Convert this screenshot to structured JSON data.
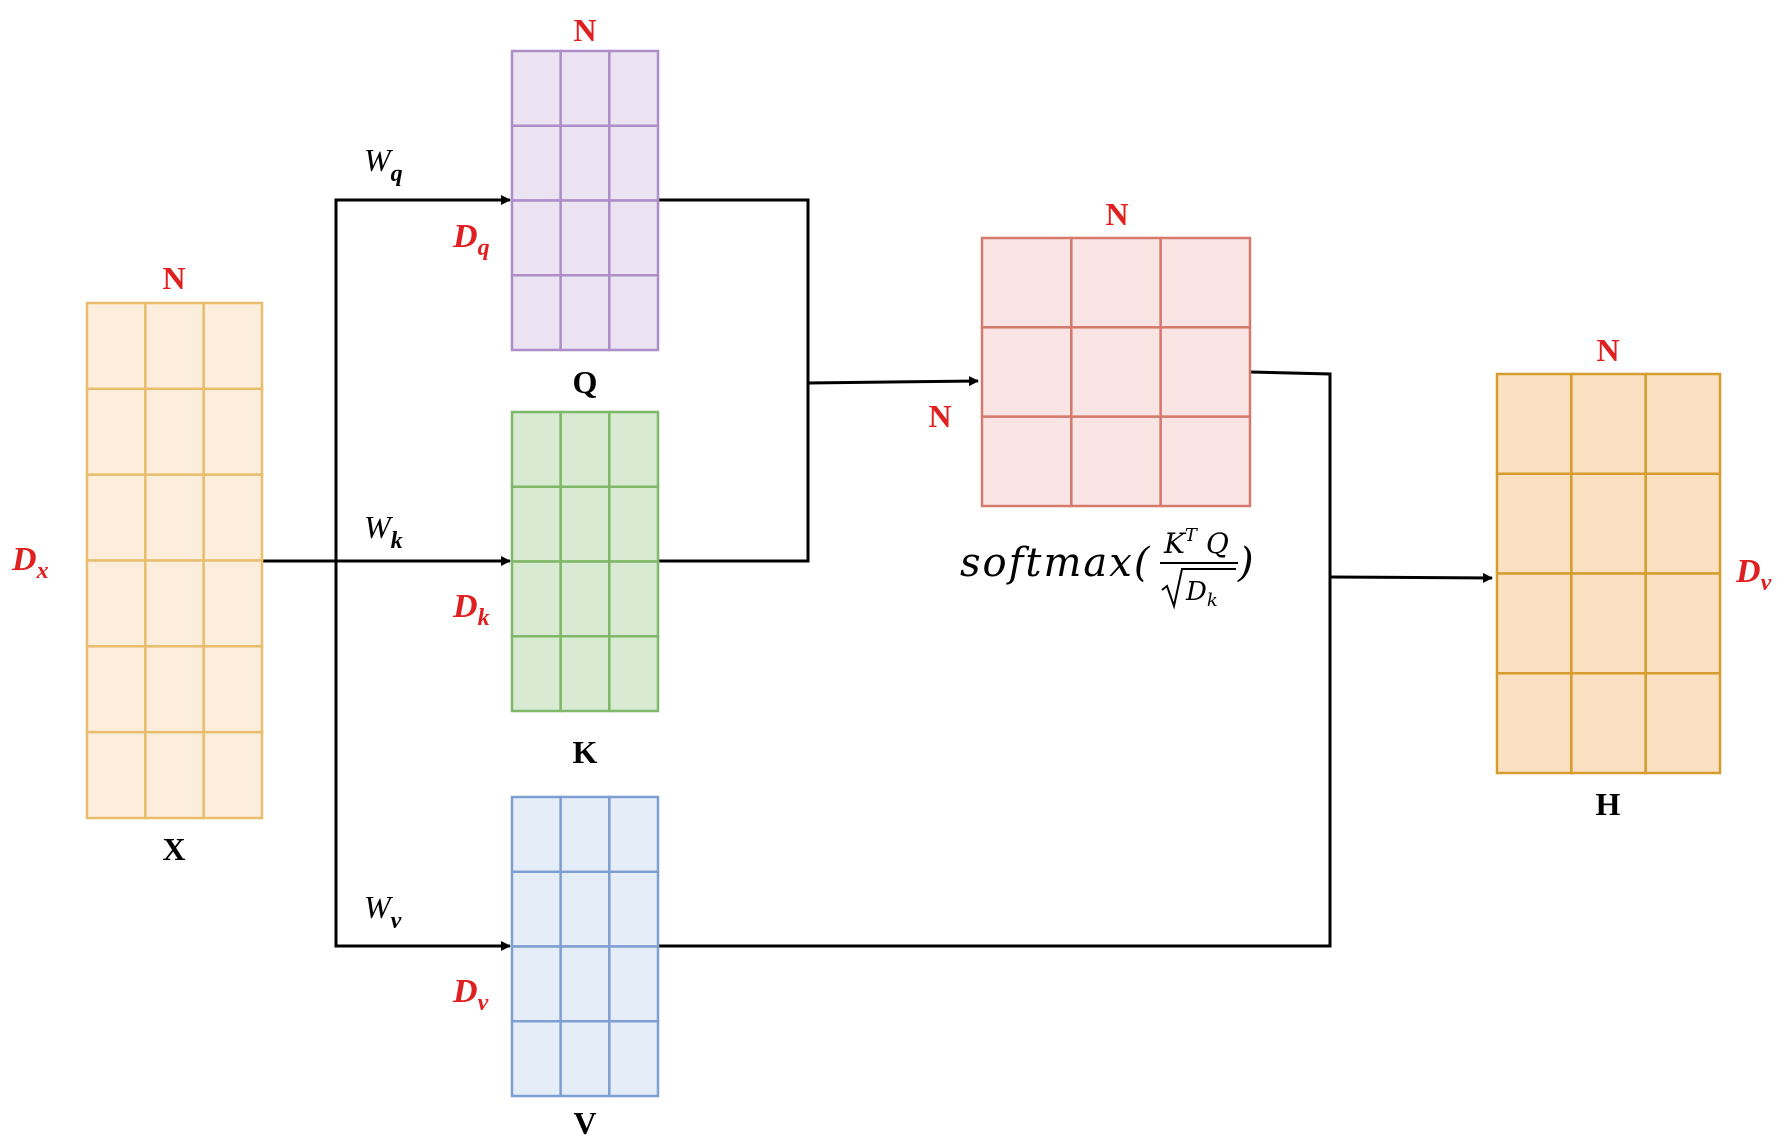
{
  "colors": {
    "dim_label": "#e02020",
    "line": "#000000"
  },
  "matrices": {
    "X": {
      "name": "X",
      "top_dim": "N",
      "side_dim_main": "D",
      "side_dim_sub": "x",
      "rows": 6,
      "cols": 3,
      "fill": "#fdeedc",
      "stroke": "#e8bd6e"
    },
    "Q": {
      "name": "Q",
      "top_dim": "N",
      "side_dim_main": "D",
      "side_dim_sub": "q",
      "rows": 4,
      "cols": 3,
      "fill": "#ebe3f1",
      "stroke": "#ad8ec8"
    },
    "K": {
      "name": "K",
      "top_dim": "N",
      "side_dim_main": "D",
      "side_dim_sub": "k",
      "rows": 4,
      "cols": 3,
      "fill": "#d9ead2",
      "stroke": "#7fb868"
    },
    "V": {
      "name": "V",
      "top_dim": "",
      "side_dim_main": "D",
      "side_dim_sub": "v",
      "rows": 4,
      "cols": 3,
      "fill": "#e5eef8",
      "stroke": "#7f9fd2"
    },
    "A": {
      "name": "",
      "top_dim": "N",
      "side_dim_main": "",
      "side_dim_sub": "",
      "left_dim": "N",
      "rows": 3,
      "cols": 3,
      "fill": "#fbe5e4",
      "stroke": "#d47a6d"
    },
    "H": {
      "name": "H",
      "top_dim": "N",
      "side_dim_main": "D",
      "side_dim_sub": "v",
      "rows": 4,
      "cols": 3,
      "fill": "#fbe0c2",
      "stroke": "#d59d2e"
    }
  },
  "weights": {
    "q": {
      "main": "W",
      "sub": "q"
    },
    "k": {
      "main": "W",
      "sub": "k"
    },
    "v": {
      "main": "W",
      "sub": "v"
    }
  },
  "formula": {
    "fn": "softmax(",
    "num_main": "K",
    "num_sup": "T",
    "num_after": " Q",
    "den_main": "D",
    "den_sub": "k",
    "close": ")"
  }
}
